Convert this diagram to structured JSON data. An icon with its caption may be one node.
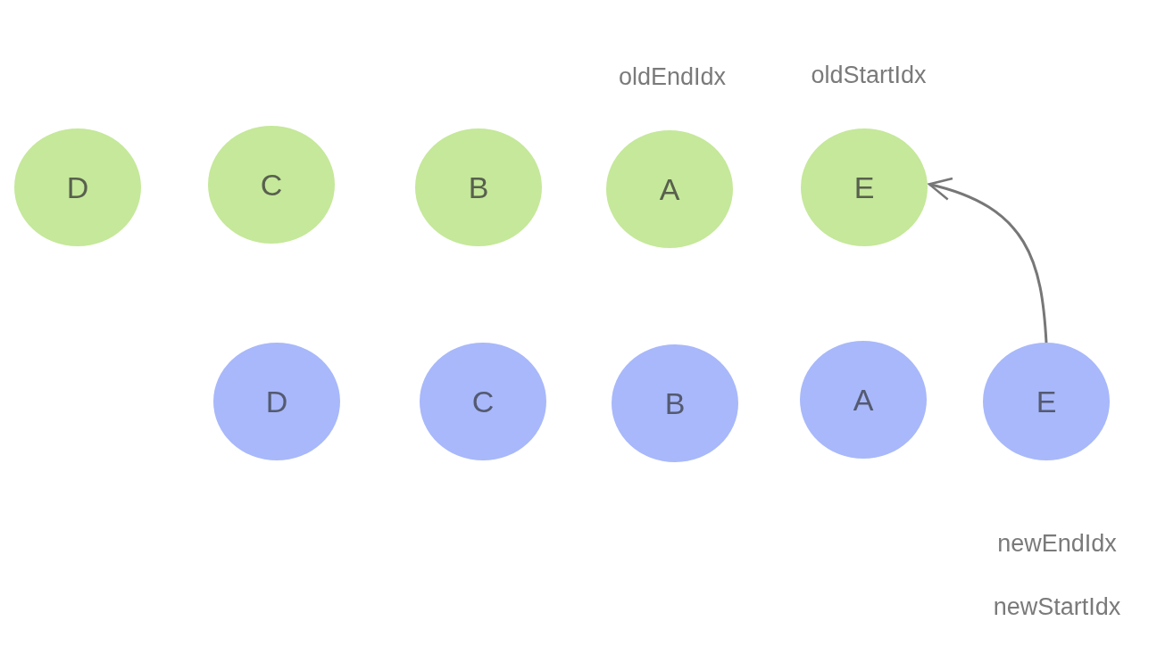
{
  "diagram": {
    "nodes": [
      {
        "text": [
          "D"
        ]
      },
      {
        "text": [
          "C"
        ]
      },
      {
        "text": [
          "B"
        ]
      },
      {
        "text": [
          "A"
        ]
      },
      {
        "text": [
          "E"
        ]
      },
      {
        "text": [
          "D"
        ]
      },
      {
        "text": [
          "C"
        ]
      },
      {
        "text": [
          "B"
        ]
      },
      {
        "text": [
          "A"
        ]
      },
      {
        "text": [
          "E"
        ]
      }
    ],
    "edges": [
      {
        "from": 9,
        "to": 4,
        "arrow": "to"
      }
    ],
    "labels": [
      "oldEndIdx",
      "oldStartIdx",
      "newEndIdx",
      "newStartIdx"
    ]
  }
}
